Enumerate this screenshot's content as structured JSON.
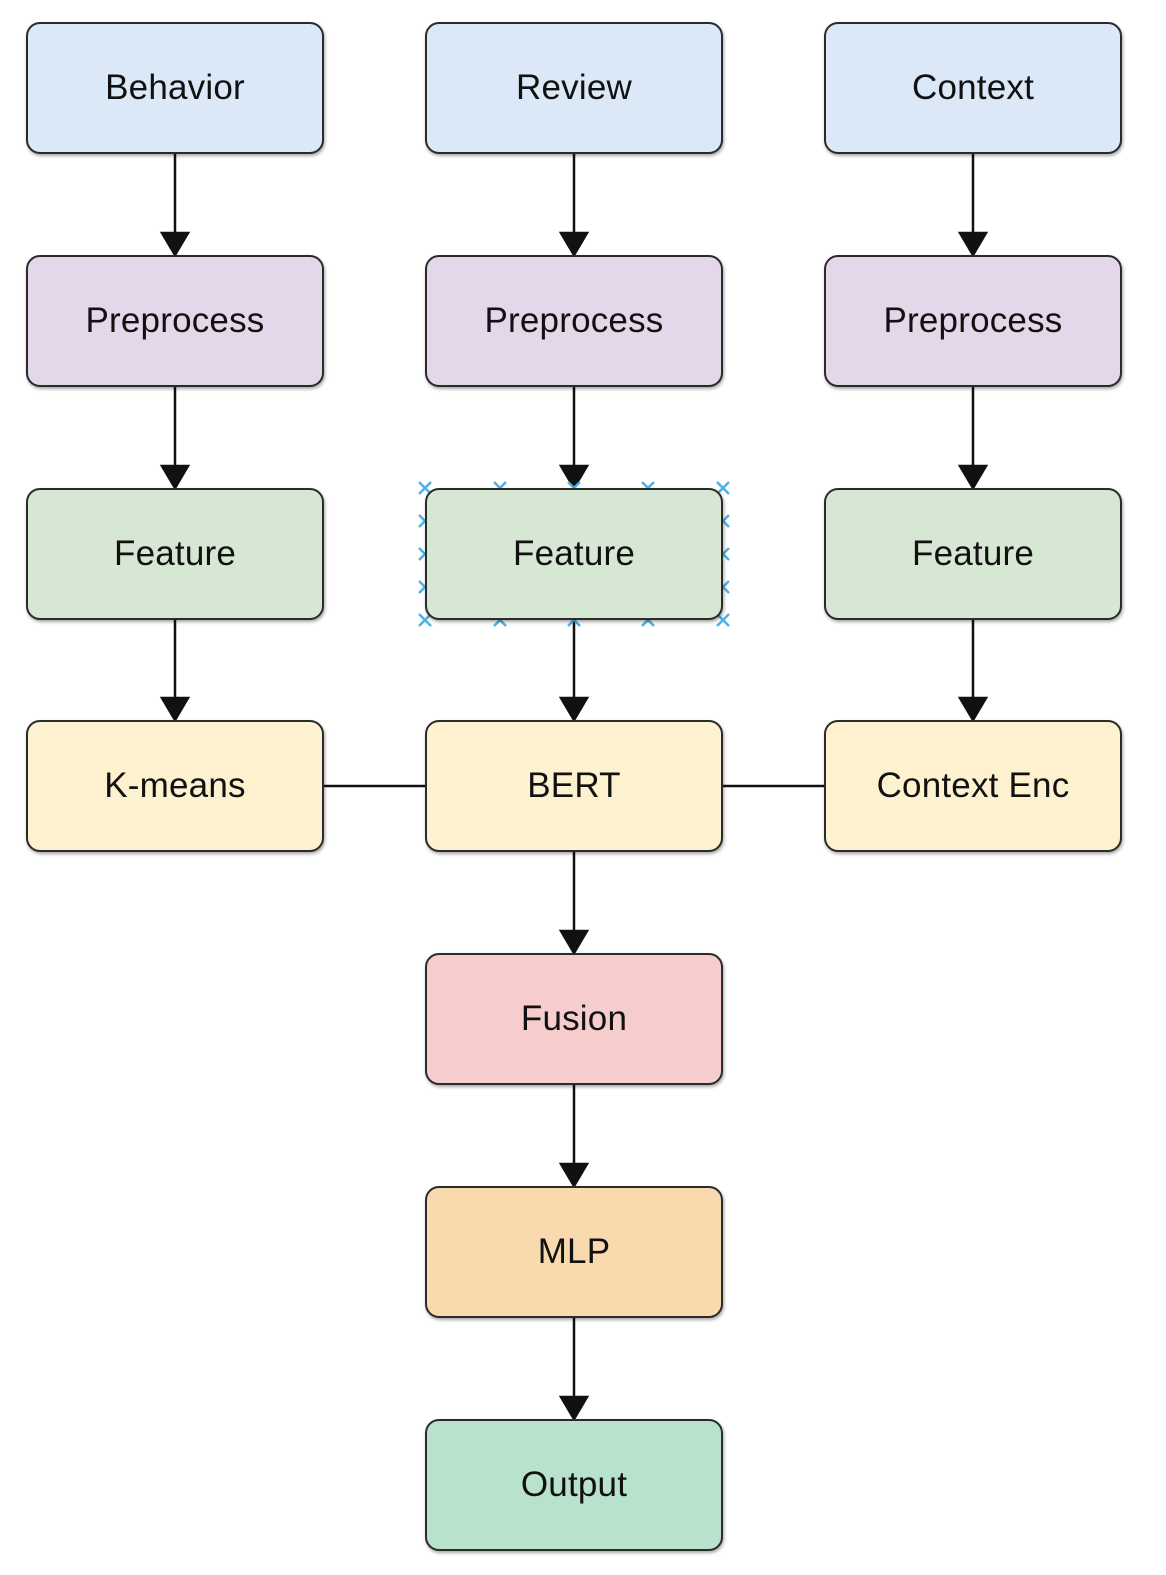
{
  "nodes": {
    "behavior": "Behavior",
    "review": "Review",
    "context": "Context",
    "preprocess_behavior": "Preprocess",
    "preprocess_review": "Preprocess",
    "preprocess_context": "Preprocess",
    "feature_behavior": "Feature",
    "feature_review": "Feature",
    "feature_context": "Feature",
    "kmeans": "K-means",
    "bert": "BERT",
    "context_enc": "Context Enc",
    "fusion": "Fusion",
    "mlp": "MLP",
    "output": "Output"
  },
  "colors": {
    "input": "#dbe8f8",
    "preprocess": "#e3d7e9",
    "feature": "#d6e8d3",
    "encoder": "#fdf1d0",
    "fusion": "#f6cdcc",
    "mlp": "#f9d9ae",
    "output": "#b8e2cc",
    "selection_handles": "#4fb0e6"
  },
  "selected_node": "feature_review"
}
